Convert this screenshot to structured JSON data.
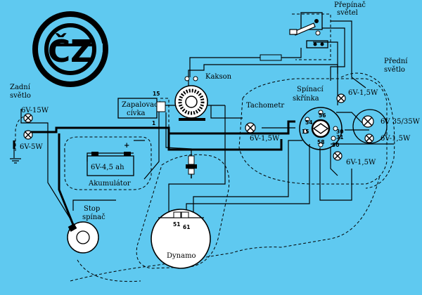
{
  "colors": {
    "background": "#5fc9f0",
    "ink": "#000000",
    "lamp_fill": "#ffffff"
  },
  "logo": {
    "letters": "ČZ"
  },
  "labels": {
    "prepinac_svetel": [
      "Přepínač",
      "světel"
    ],
    "predni_svetlo": [
      "Přední",
      "světlo"
    ],
    "zadni_svetlo": [
      "Zadní",
      "světlo"
    ],
    "kakson": "Kakson",
    "tachometr": "Tachometr",
    "spinaci_skrinka": [
      "Spínací",
      "skřínka"
    ],
    "zapalovaci_civka": [
      "Zapalovací",
      "cívka"
    ],
    "akumulator": "Akumulátor",
    "battery_rating": "6V-4,5 ah",
    "stop_spinac": [
      "Stop",
      "spínač"
    ],
    "dynamo": "Dynamo"
  },
  "lamps": {
    "rear_top": "6V-15W",
    "rear_bottom": "6V-5W",
    "tacho": "6V-1,5W",
    "switch_top": "6V-1,5W",
    "switch_bottom": "6V-1,5W",
    "headlight_main": "6V 35/35W",
    "headlight_aux": "6V-1,5W"
  },
  "terminals": {
    "coil_15": "15",
    "coil_1": "1",
    "sw_56": "56",
    "sw_54": "54",
    "sw_15": "15",
    "sw_58": "58",
    "sw_30": "30",
    "sw_31": "31",
    "sw_30b": "30",
    "dyn_51": "51",
    "dyn_61": "61"
  }
}
